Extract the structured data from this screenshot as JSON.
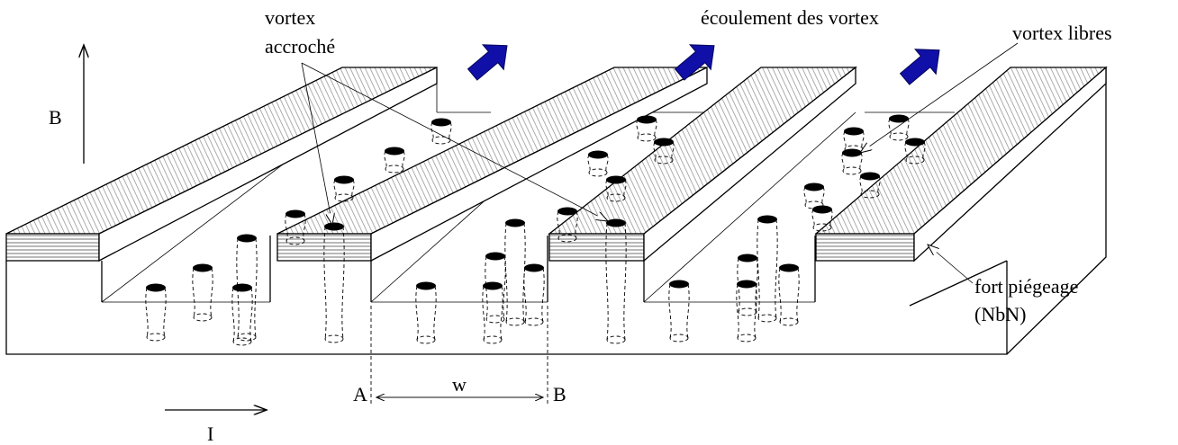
{
  "labels": {
    "vortex_line1": "vortex",
    "vortex_line2": "accroché",
    "flow": "écoulement des vortex",
    "free": "vortex libres",
    "field": "B",
    "strong_line1": "fort piégeage",
    "strong_line2": "(NbN)",
    "point_a": "A",
    "point_b": "B",
    "width": "w",
    "current": "I"
  },
  "colors": {
    "line": "#000000",
    "hatch_top": "#c8c8c8",
    "flow_arrow": "#1010a8",
    "flow_arrow_dark": "#05055a"
  }
}
